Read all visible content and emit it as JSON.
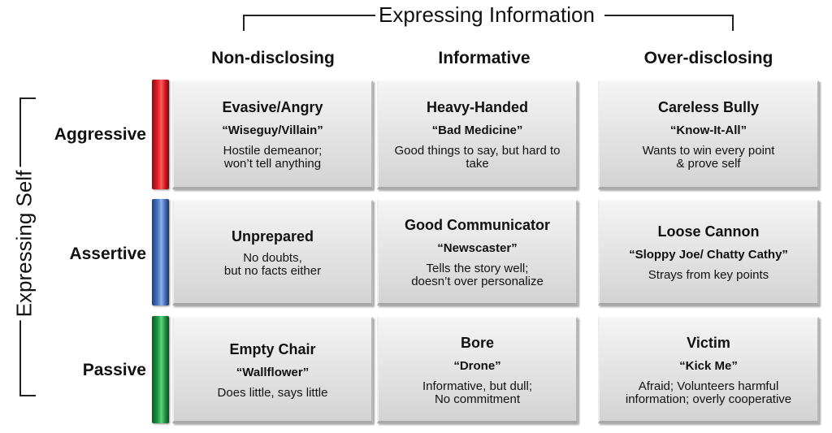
{
  "top_axis": {
    "title": "Expressing Information"
  },
  "side_axis": {
    "title": "Expressing Self"
  },
  "columns": [
    {
      "label": "Non-disclosing"
    },
    {
      "label": "Informative"
    },
    {
      "label": "Over-disclosing"
    }
  ],
  "rows": [
    {
      "label": "Aggressive",
      "color": "#d9141e"
    },
    {
      "label": "Assertive",
      "color": "#3f6fc0"
    },
    {
      "label": "Passive",
      "color": "#1f9a44"
    }
  ],
  "cells": [
    [
      {
        "name": "Evasive/Angry",
        "nickname": "“Wiseguy/Villain”",
        "description": "Hostile demeanor;\nwon’t tell anything"
      },
      {
        "name": "Heavy-Handed",
        "nickname": "“Bad Medicine”",
        "description": "Good things to say, but hard to\ntake"
      },
      {
        "name": "Careless Bully",
        "nickname": "“Know-It-All”",
        "description": "Wants to win every point\n& prove self"
      }
    ],
    [
      {
        "name": "Unprepared",
        "nickname": "",
        "description": "No doubts,\nbut no facts either"
      },
      {
        "name": "Good Communicator",
        "nickname": "“Newscaster”",
        "description": "Tells the story well;\ndoesn’t over personalize"
      },
      {
        "name": "Loose Cannon",
        "nickname": "“Sloppy Joe/ Chatty Cathy”",
        "description": "Strays from key points"
      }
    ],
    [
      {
        "name": "Empty Chair",
        "nickname": "“Wallflower”",
        "description": "Does little, says little"
      },
      {
        "name": "Bore",
        "nickname": "“Drone”",
        "description": "Informative, but dull;\nNo commitment"
      },
      {
        "name": "Victim",
        "nickname": "“Kick Me”",
        "description": "Afraid; Volunteers harmful\ninformation; overly cooperative"
      }
    ]
  ]
}
